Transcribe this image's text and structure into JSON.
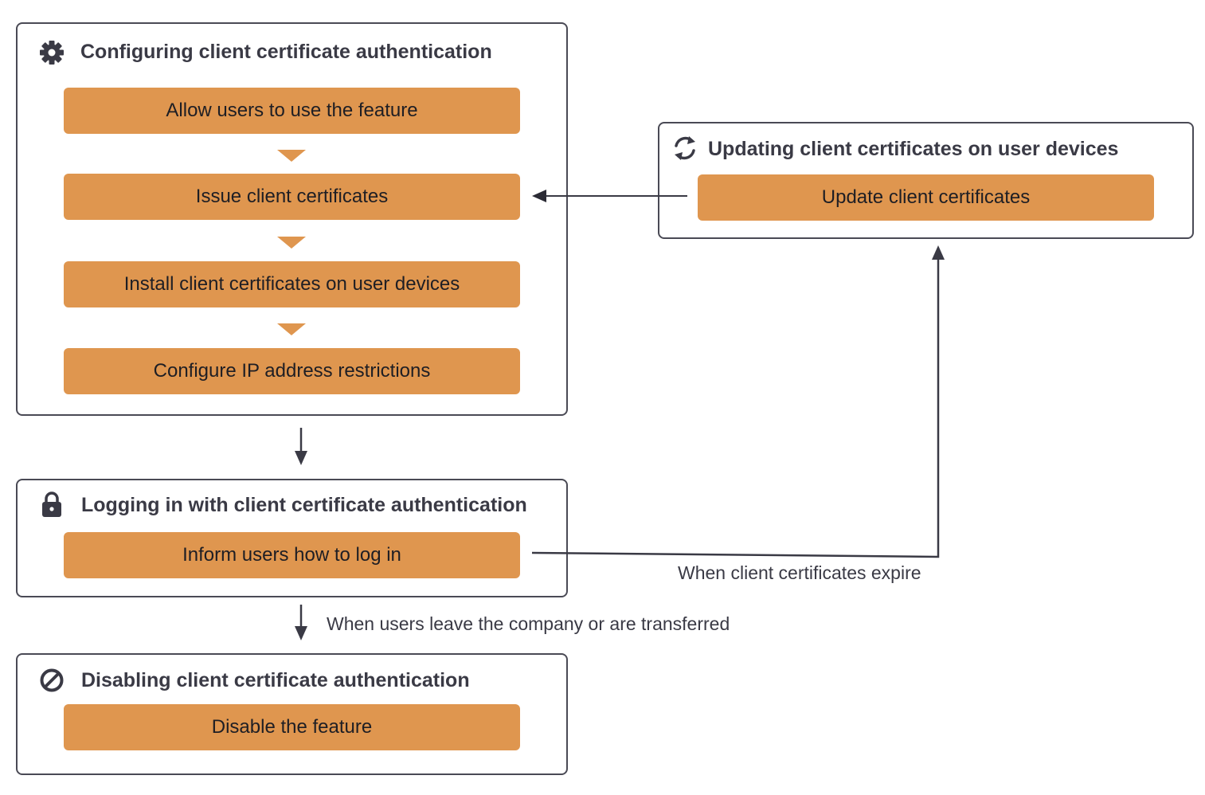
{
  "panels": {
    "configure": {
      "icon": "gear-icon",
      "title": "Configuring client certificate authentication",
      "steps": [
        "Allow users to use the feature",
        "Issue client certificates",
        "Install client certificates on user devices",
        "Configure IP address restrictions"
      ]
    },
    "update": {
      "icon": "refresh-icon",
      "title": "Updating client certificates on user devices",
      "steps": [
        "Update client certificates"
      ]
    },
    "login": {
      "icon": "lock-icon",
      "title": "Logging in with client certificate authentication",
      "steps": [
        "Inform users how to log in"
      ]
    },
    "disable": {
      "icon": "prohibited-icon",
      "title": "Disabling client certificate authentication",
      "steps": [
        "Disable the feature"
      ]
    }
  },
  "annotations": {
    "expire": "When client certificates expire",
    "leave": "When users leave the company or are transferred"
  },
  "colors": {
    "step_fill": "#df964f",
    "border": "#4a4a55",
    "text": "#2b2b35"
  }
}
